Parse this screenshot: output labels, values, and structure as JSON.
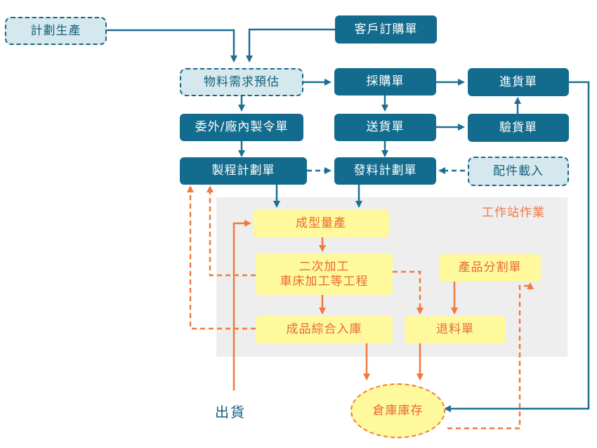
{
  "zone_label": "工作站作業",
  "nodes": {
    "plan_production": "計劃生產",
    "customer_order": "客戶訂購單",
    "mrp": "物料需求預估",
    "purchase_order": "採購單",
    "receiving_note": "進貨單",
    "outsource_order": "委外/廠內製令單",
    "delivery_note": "送貨單",
    "inspection": "驗貨單",
    "process_plan": "製程計劃單",
    "material_issue_plan": "發料計劃單",
    "parts_loading": "配件載入",
    "molding": "成型量產",
    "secondary_line1": "二次加工",
    "secondary_line2": "車床加工等工程",
    "product_split": "產品分割單",
    "finished_storage": "成品綜合入庫",
    "material_return": "退料單",
    "shipment": "出貨",
    "inventory": "倉庫庫存"
  },
  "colors": {
    "blue_arrow": "#1c6f92",
    "orange_arrow": "#f07a3c"
  }
}
